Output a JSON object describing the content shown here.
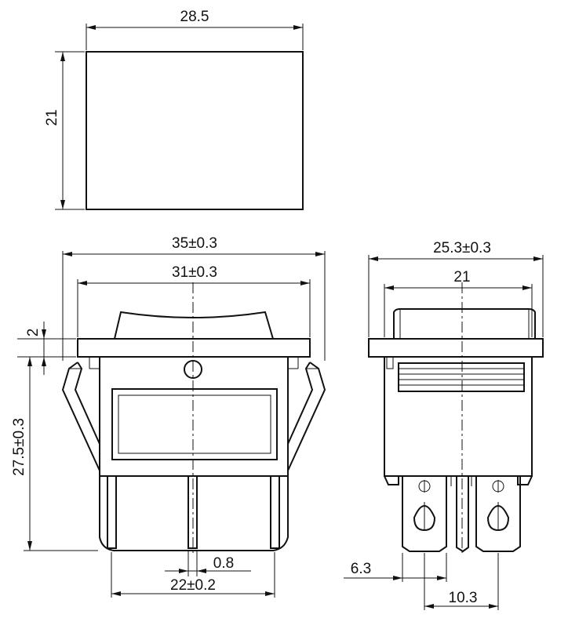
{
  "dimensions": {
    "top_width": "28.5",
    "top_height": "21",
    "front_outer_width": "35±0.3",
    "front_inner_width": "31±0.3",
    "flange_thickness": "2",
    "front_height": "27.5±0.3",
    "terminal_thickness": "0.8",
    "terminal_span": "22±0.2",
    "side_outer_width": "25.3±0.3",
    "side_inner_width": "21",
    "terminal_width": "6.3",
    "terminal_pitch": "10.3"
  },
  "colors": {
    "line": "#111111",
    "background": "#ffffff"
  }
}
